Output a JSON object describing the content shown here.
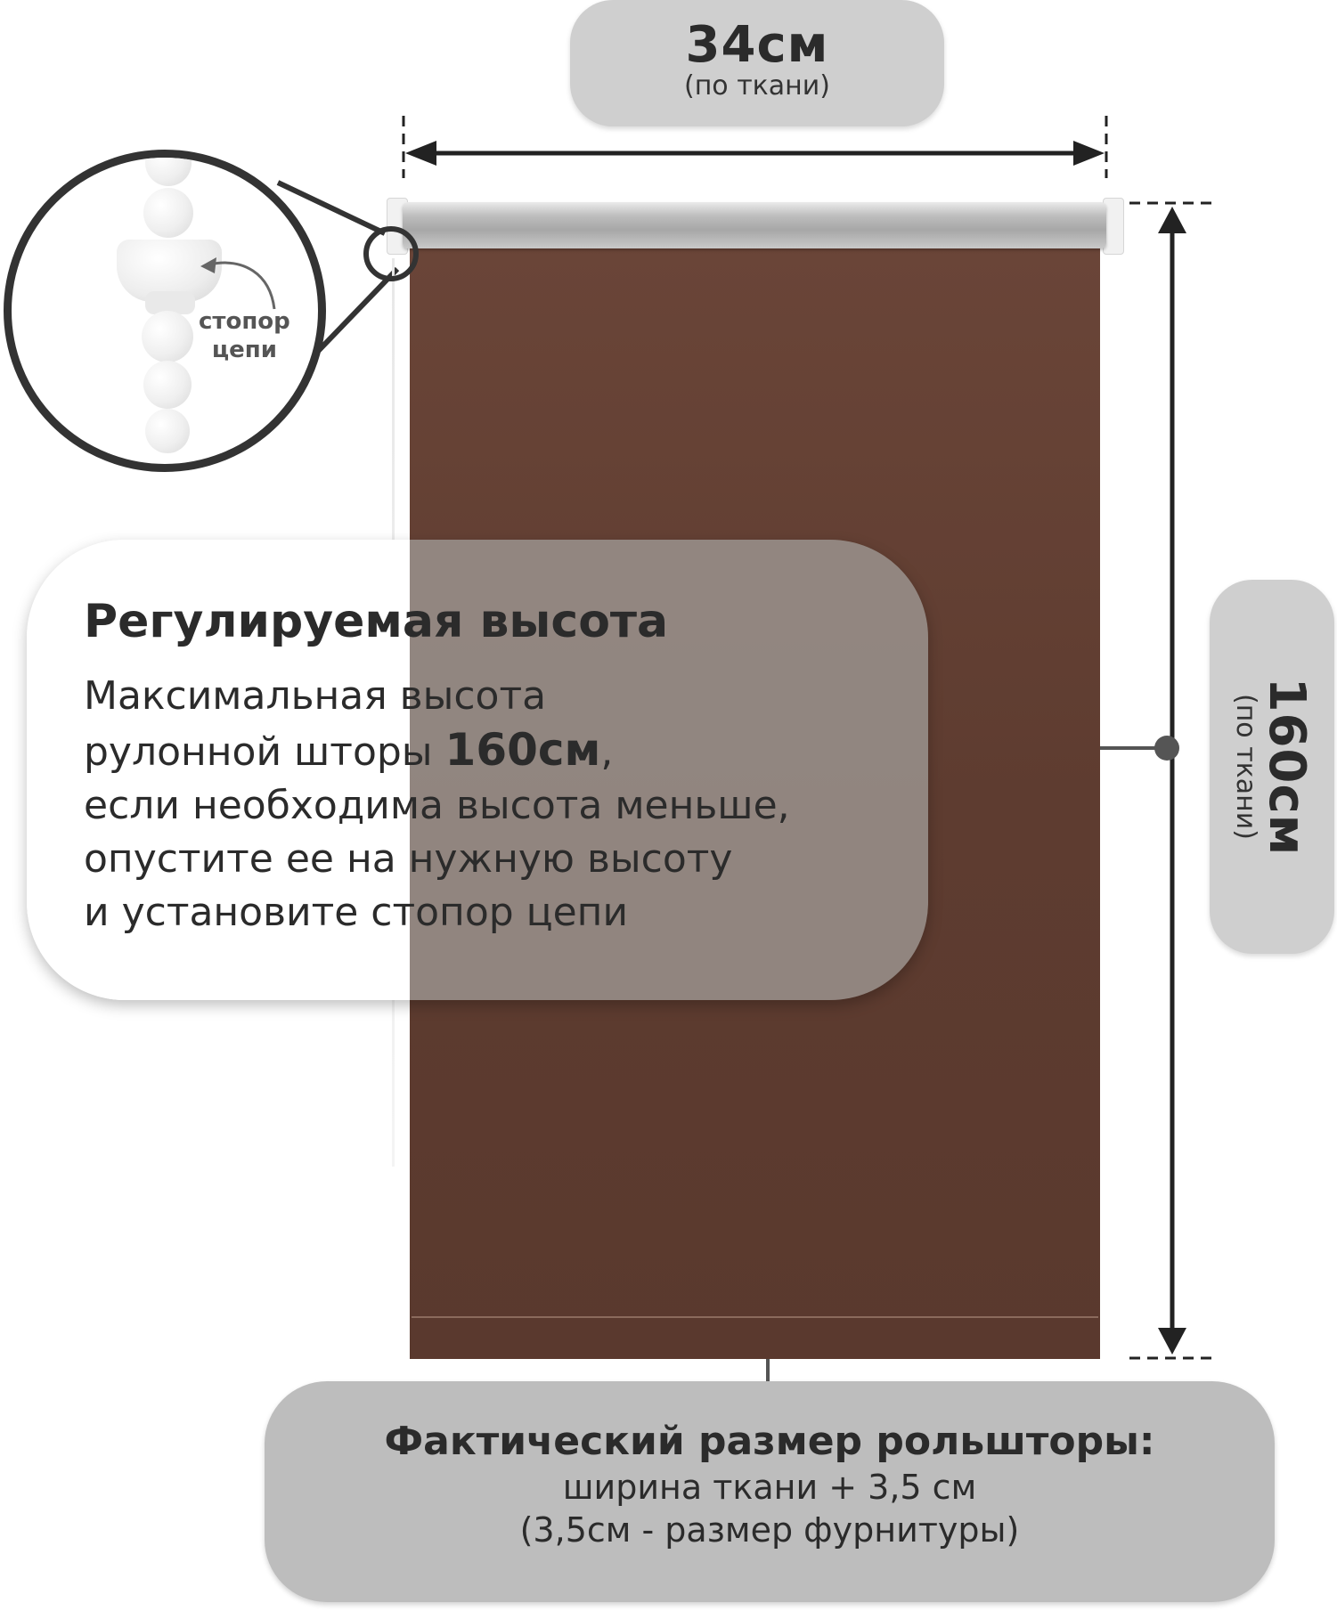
{
  "width_badge": {
    "value": "34см",
    "note": "(по ткани)"
  },
  "height_badge": {
    "value": "160см",
    "note": "(по ткани)"
  },
  "zoom": {
    "label_line1": "стопор",
    "label_line2": "цепи"
  },
  "info": {
    "heading": "Регулируемая высота",
    "line1": "Максимальная высота",
    "line2_pre": "рулонной шторы ",
    "line2_strong": "160см",
    "line2_post": ",",
    "line3": "если необходима высота меньше,",
    "line4": "опустите ее на нужную высоту",
    "line5": "и установите стопор цепи"
  },
  "bottom": {
    "title": "Фактический размер рольшторы:",
    "line1": "ширина ткани + 3,5 см",
    "line2": "(3,5см - размер фурнитуры)"
  },
  "colors": {
    "fabric": "#5e3c30",
    "badge": "#cfcfcf",
    "bottom_box": "#bdbdbd",
    "line": "#4a4a4a"
  }
}
